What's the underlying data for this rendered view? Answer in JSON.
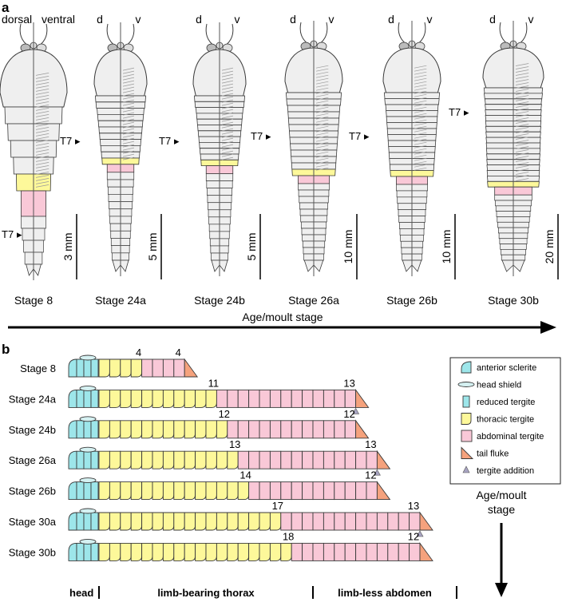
{
  "panel_a": {
    "label": "a",
    "dorsal_label": "dorsal",
    "ventral_label": "ventral",
    "d_label": "d",
    "v_label": "v",
    "t7_label": "T7",
    "t7_arrow": "▸",
    "stages": [
      {
        "label": "Stage 8",
        "scale": "3 mm"
      },
      {
        "label": "Stage 24a",
        "scale": "5 mm"
      },
      {
        "label": "Stage 24b",
        "scale": "5 mm"
      },
      {
        "label": "Stage 26a",
        "scale": "10 mm"
      },
      {
        "label": "Stage 26b",
        "scale": "10 mm"
      },
      {
        "label": "Stage 30b",
        "scale": "20 mm"
      }
    ],
    "axis_label": "Age/moult stage"
  },
  "panel_b": {
    "label": "b",
    "rows": [
      {
        "stage": "Stage 8",
        "thoracic": 4,
        "abdominal": 4,
        "addition": false
      },
      {
        "stage": "Stage 24a",
        "thoracic": 11,
        "abdominal": 13,
        "addition": true
      },
      {
        "stage": "Stage 24b",
        "thoracic": 12,
        "abdominal": 12,
        "addition": false
      },
      {
        "stage": "Stage 26a",
        "thoracic": 13,
        "abdominal": 13,
        "addition": true
      },
      {
        "stage": "Stage 26b",
        "thoracic": 14,
        "abdominal": 12,
        "addition": false
      },
      {
        "stage": "Stage 30a",
        "thoracic": 17,
        "abdominal": 13,
        "addition": true
      },
      {
        "stage": "Stage 30b",
        "thoracic": 18,
        "abdominal": 12,
        "addition": false
      }
    ],
    "legend": [
      {
        "key": "anterior-sclerite",
        "label": "anterior sclerite"
      },
      {
        "key": "head-shield",
        "label": "head shield"
      },
      {
        "key": "reduced-tergite",
        "label": "reduced tergite"
      },
      {
        "key": "thoracic-tergite",
        "label": "thoracic tergite"
      },
      {
        "key": "abdominal-tergite",
        "label": "abdominal tergite"
      },
      {
        "key": "tail-fluke",
        "label": "tail fluke"
      },
      {
        "key": "tergite-addition",
        "label": "tergite addition"
      }
    ],
    "age_label_1": "Age/moult",
    "age_label_2": "stage",
    "regions": {
      "head": "head",
      "thorax": "limb-bearing thorax",
      "abdomen": "limb-less abdomen"
    }
  },
  "colors": {
    "cyan": "#9de6ea",
    "yellow": "#fdf89a",
    "pink": "#f9c8d7",
    "salmon": "#f5a27d",
    "triangle": "#a8a4c2",
    "body_fill": "#efefef",
    "outline": "#3a3a3a"
  }
}
